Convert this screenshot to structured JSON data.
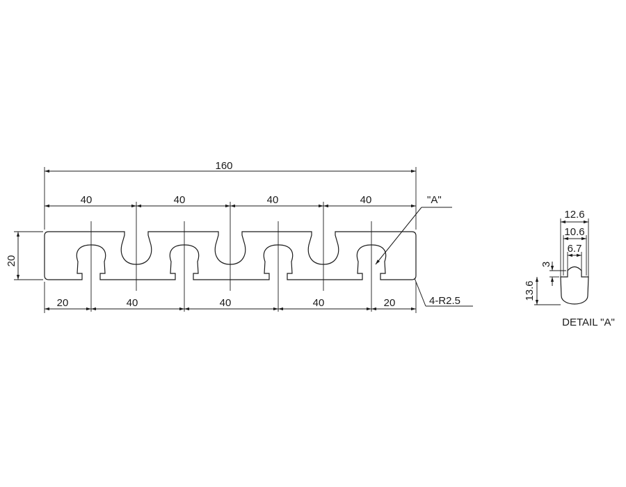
{
  "dimensions": {
    "overall": "160",
    "top_pitch": [
      "40",
      "40",
      "40",
      "40"
    ],
    "height": "20",
    "bottom": [
      "20",
      "40",
      "40",
      "40",
      "20"
    ],
    "callout_detail": "\"A\"",
    "radius": "4-R2.5"
  },
  "detail": {
    "title": "DETAIL \"A\"",
    "w1": "12.6",
    "w2": "10.6",
    "w3": "6.7",
    "lip": "3",
    "depth": "13.6"
  }
}
